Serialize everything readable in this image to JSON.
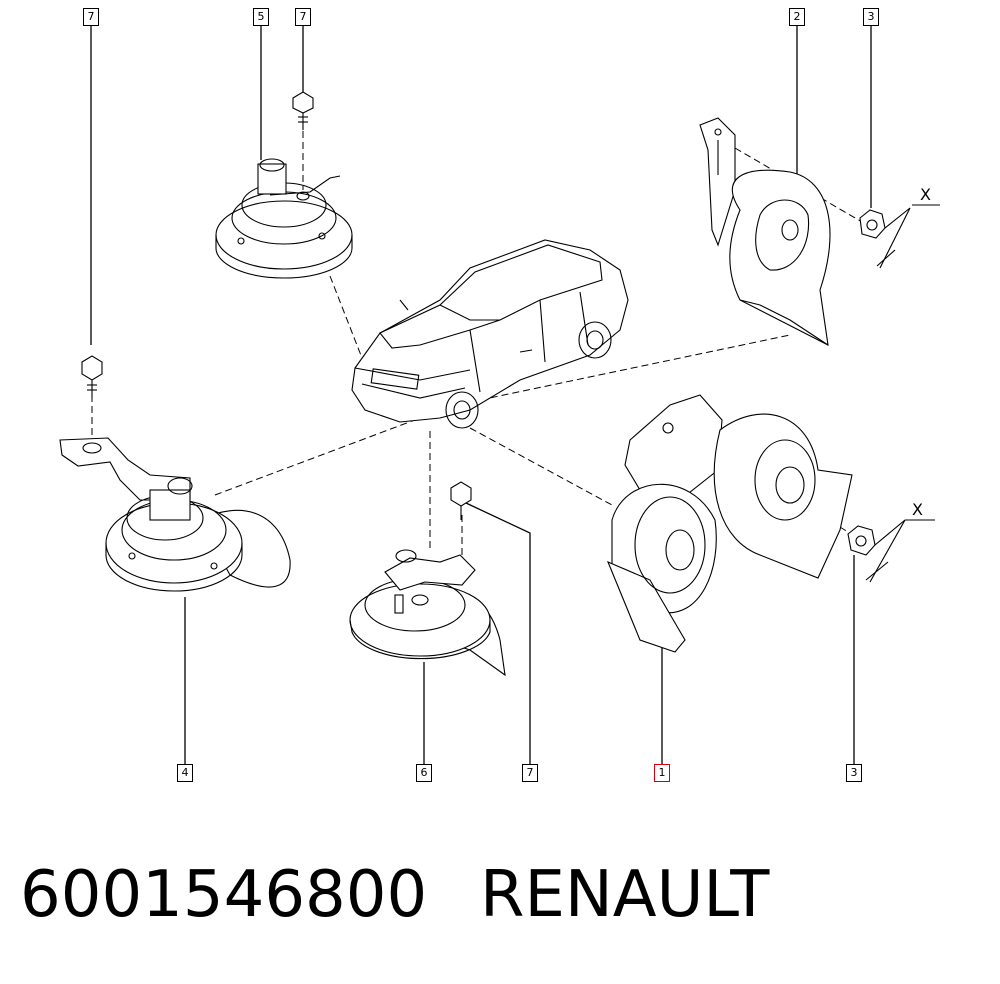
{
  "callouts": {
    "c7_top_left": "7",
    "c5_top": "5",
    "c7_top_mid": "7",
    "c2_top": "2",
    "c3_top": "3",
    "c4_bottom": "4",
    "c6_bottom": "6",
    "c7_bottom": "7",
    "c1_bottom": "1",
    "c3_bottom": "3"
  },
  "dimension_labels": {
    "x_upper": "X",
    "x_lower": "X"
  },
  "footer": {
    "part_number": "6001546800",
    "brand": "RENAULT"
  },
  "colors": {
    "line": "#000000",
    "highlight": "#d8000c",
    "background": "#ffffff"
  }
}
